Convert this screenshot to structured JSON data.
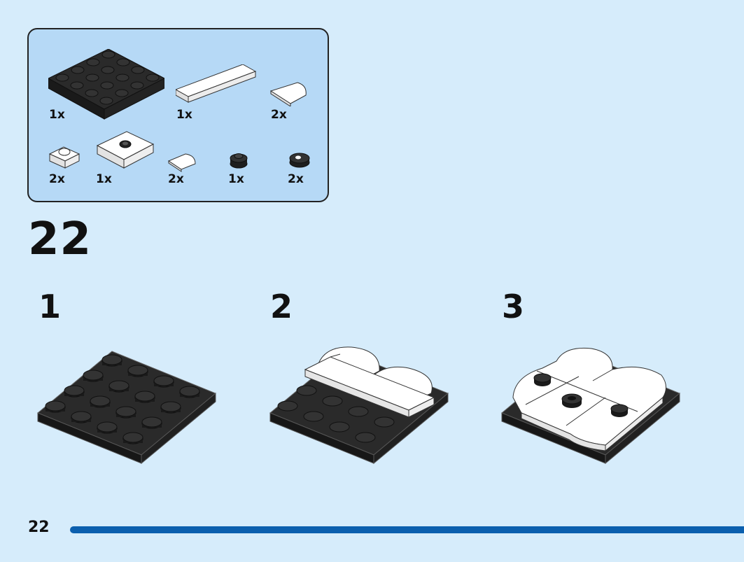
{
  "page": {
    "step_number": "22",
    "page_number": "22"
  },
  "parts_list": [
    {
      "icon": "black-plate-4x4-icon",
      "qty": "1x"
    },
    {
      "icon": "white-tile-1x4-icon",
      "qty": "1x"
    },
    {
      "icon": "white-quarter-round-tile-icon",
      "qty": "2x"
    },
    {
      "icon": "white-plate-1x1-icon",
      "qty": "2x"
    },
    {
      "icon": "white-jumper-plate-2x2-icon",
      "qty": "1x"
    },
    {
      "icon": "white-quarter-round-tile-small-icon",
      "qty": "2x"
    },
    {
      "icon": "black-round-plate-1x1-icon",
      "qty": "1x"
    },
    {
      "icon": "black-round-tile-printed-icon",
      "qty": "2x"
    }
  ],
  "sub_steps": [
    {
      "label": "1",
      "illustration": "black-plate-build-icon"
    },
    {
      "label": "2",
      "illustration": "white-tile-added-build-icon"
    },
    {
      "label": "3",
      "illustration": "completed-build-icon"
    }
  ],
  "colors": {
    "background": "#d6ecfb",
    "parts_box": "#b6d9f6",
    "progress": "#0b5fae"
  }
}
